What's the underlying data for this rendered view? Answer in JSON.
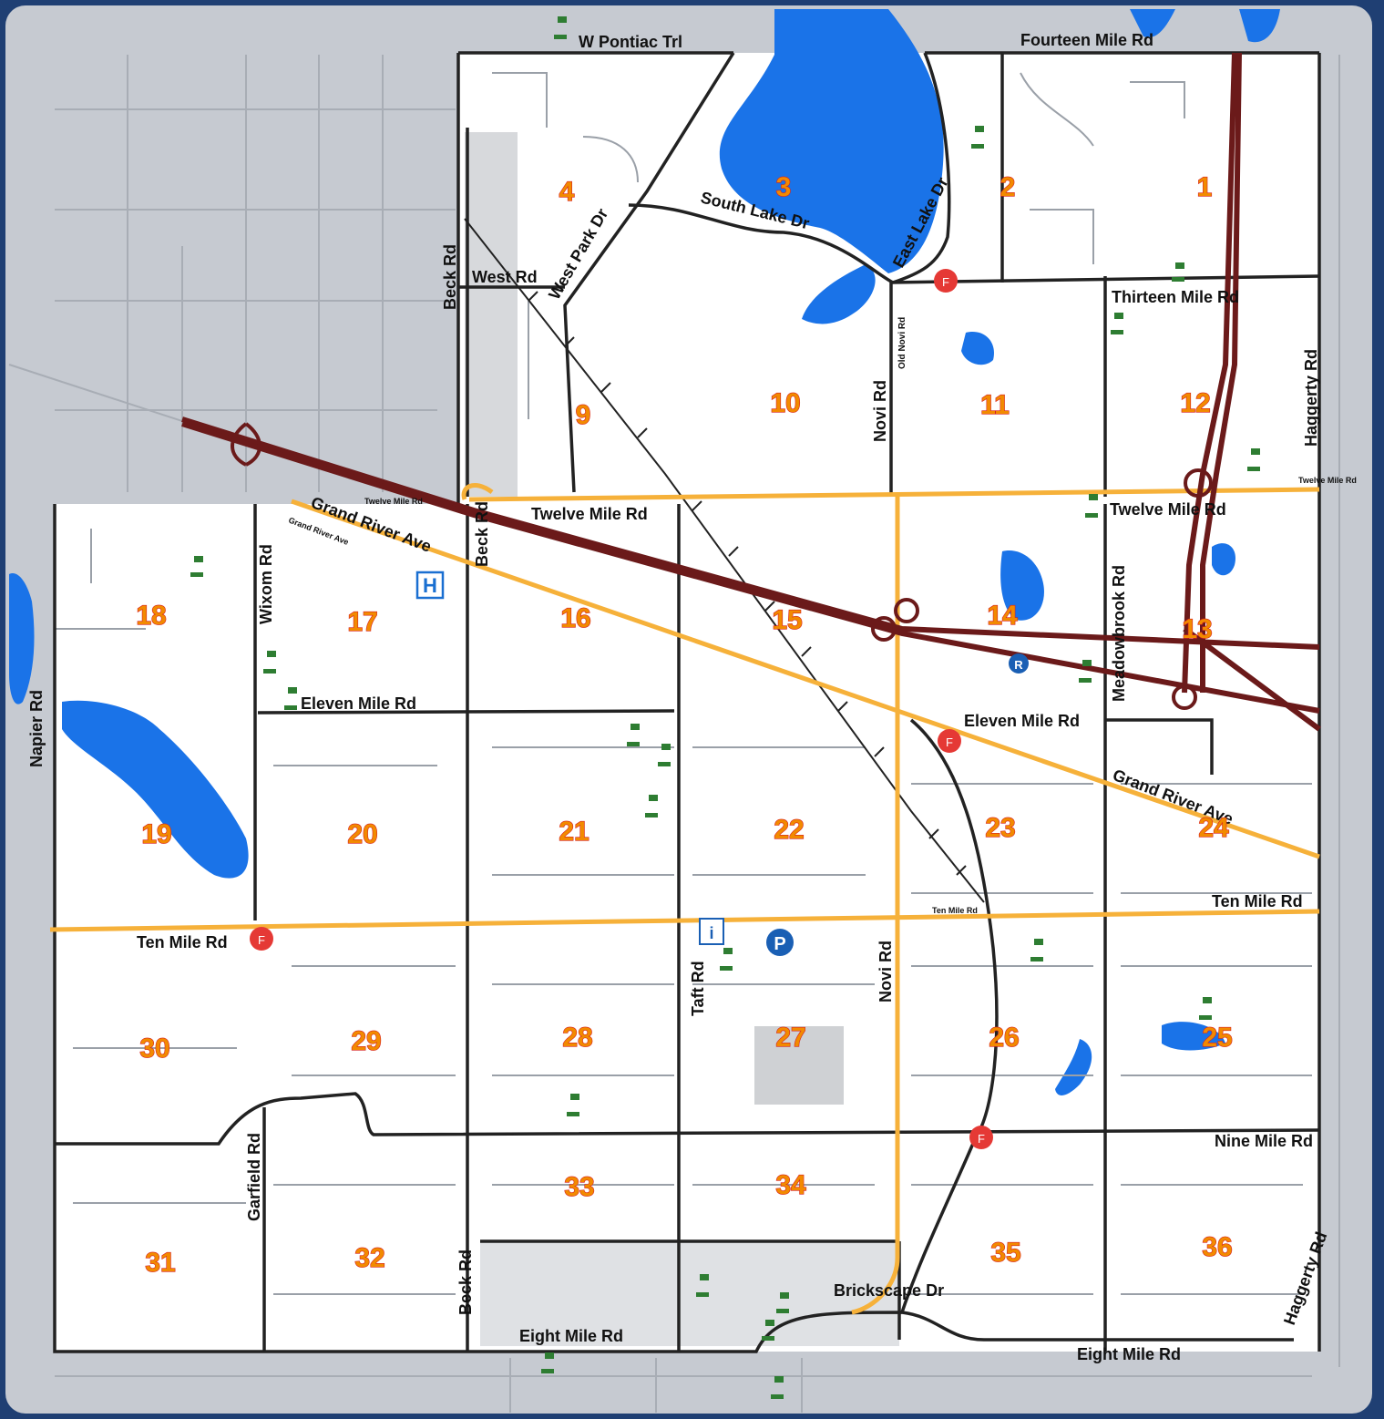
{
  "colors": {
    "frame": "#1f3f73",
    "outside_bg": "#c6cad1",
    "city_bg": "#ffffff",
    "lake": "#1a73e8",
    "arterial": "#222222",
    "main_road": "#f6b13a",
    "freeway": "#6b1a1a",
    "fire": "#e53935",
    "section_number": "#f28a00"
  },
  "sections": [
    {
      "id": "1",
      "label": "1"
    },
    {
      "id": "2",
      "label": "2"
    },
    {
      "id": "3",
      "label": "3"
    },
    {
      "id": "4",
      "label": "4"
    },
    {
      "id": "9",
      "label": "9"
    },
    {
      "id": "10",
      "label": "10"
    },
    {
      "id": "11",
      "label": "11"
    },
    {
      "id": "12",
      "label": "12"
    },
    {
      "id": "13",
      "label": "13"
    },
    {
      "id": "14",
      "label": "14"
    },
    {
      "id": "15",
      "label": "15"
    },
    {
      "id": "16",
      "label": "16"
    },
    {
      "id": "17",
      "label": "17"
    },
    {
      "id": "18",
      "label": "18"
    },
    {
      "id": "19",
      "label": "19"
    },
    {
      "id": "20",
      "label": "20"
    },
    {
      "id": "21",
      "label": "21"
    },
    {
      "id": "22",
      "label": "22"
    },
    {
      "id": "23",
      "label": "23"
    },
    {
      "id": "24",
      "label": "24"
    },
    {
      "id": "25",
      "label": "25"
    },
    {
      "id": "26",
      "label": "26"
    },
    {
      "id": "27",
      "label": "27"
    },
    {
      "id": "28",
      "label": "28"
    },
    {
      "id": "29",
      "label": "29"
    },
    {
      "id": "30",
      "label": "30"
    },
    {
      "id": "31",
      "label": "31"
    },
    {
      "id": "32",
      "label": "32"
    },
    {
      "id": "33",
      "label": "33"
    },
    {
      "id": "34",
      "label": "34"
    },
    {
      "id": "35",
      "label": "35"
    },
    {
      "id": "36",
      "label": "36"
    }
  ],
  "roads": {
    "w_pontiac_trl": "W Pontiac Trl",
    "fourteen_mile": "Fourteen Mile Rd",
    "south_lake": "South Lake Dr",
    "east_lake": "East Lake Dr",
    "west_park": "West Park Dr",
    "west_rd": "West Rd",
    "beck_north": "Beck Rd",
    "thirteen_mile": "Thirteen Mile Rd",
    "old_novi": "Old Novi Rd",
    "haggerty_north": "Haggerty Rd",
    "novi_north": "Novi Rd",
    "twelve_mile_small_right": "Twelve Mile Rd",
    "twelve_mile_small_left": "Twelve Mile Rd",
    "twelve_mile_main": "Twelve Mile Rd",
    "twelve_mile_east": "Twelve Mile Rd",
    "grand_river_nw": "Grand River Ave",
    "grand_river_small": "Grand River Ave",
    "grand_river_se": "Grand River Ave",
    "beck_mid": "Beck Rd",
    "wixom": "Wixom Rd",
    "meadowbrook": "Meadowbrook Rd",
    "napier": "Napier Rd",
    "eleven_mile_west": "Eleven Mile Rd",
    "eleven_mile_east": "Eleven Mile Rd",
    "ten_mile_west": "Ten Mile Rd",
    "ten_mile_small": "Ten Mile Rd",
    "ten_mile_east": "Ten Mile Rd",
    "taft": "Taft Rd",
    "novi_south": "Novi Rd",
    "garfield": "Garfield Rd",
    "nine_mile": "Nine Mile Rd",
    "beck_south": "Beck Rd",
    "haggerty_south": "Haggerty Rd",
    "brickscape": "Brickscape Dr",
    "eight_mile_west": "Eight Mile Rd",
    "eight_mile_east": "Eight Mile Rd"
  },
  "symbols": {
    "hospital": "H",
    "fire": "F",
    "parking": "P",
    "rest_area": "R"
  }
}
